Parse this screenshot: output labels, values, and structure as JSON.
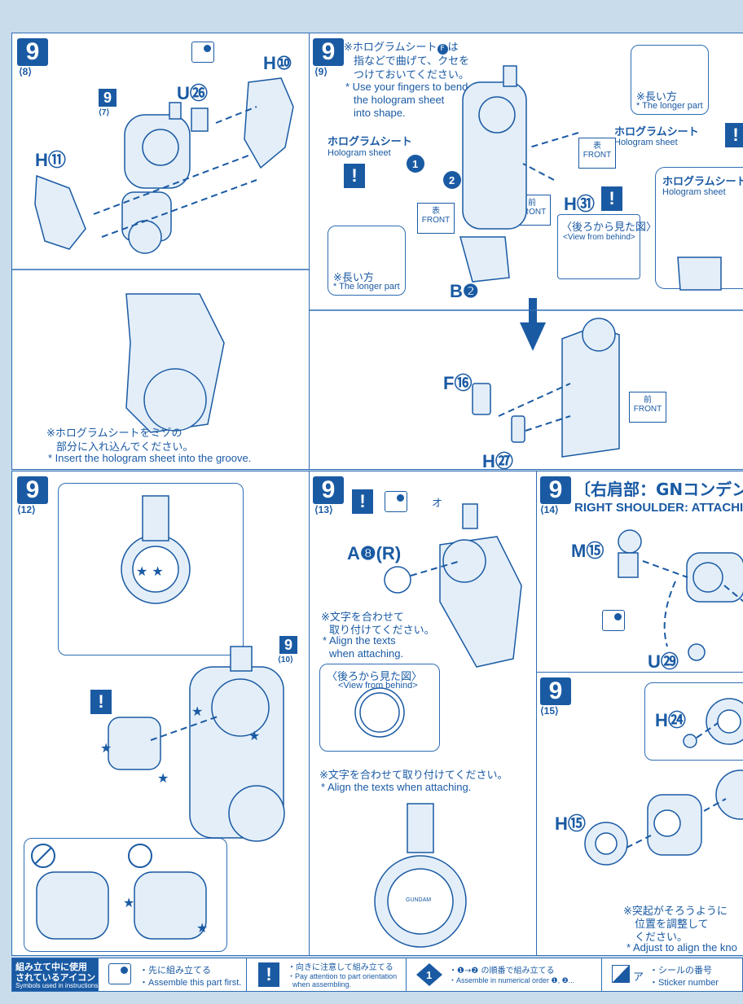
{
  "steps": {
    "p8": {
      "num": "9",
      "sub": "⟨8⟩",
      "inner_num": "9",
      "inner_sub": "⟨7⟩",
      "u": "U㉖",
      "h10": "H⑩",
      "h11": "H⑪",
      "note_jp1": "※ホログラムシートをミゾの",
      "note_jp2": "部分に入れ込んでください。",
      "note_en": "* Insert the hologram sheet into the groove."
    },
    "p9": {
      "num": "9",
      "sub": "⟨9⟩",
      "note_jp1": "※ホログラムシート",
      "note_jp1b": "は",
      "note_jp2": "指などで曲げて、クセを",
      "note_jp3": "つけておいてください。",
      "note_en1": "* Use your fingers to bend",
      "note_en2": "the hologram sheet",
      "note_en3": "into shape.",
      "holo_jp": "ホログラムシート",
      "holo_en": "Hologram sheet",
      "longer_jp": "※長い方",
      "longer_en": "* The longer part",
      "front_jp": "表",
      "front_en": "FRONT",
      "mae": "前",
      "h31": "H㉛",
      "b2": "B❷",
      "behind_jp": "〈後ろから見た図〉",
      "behind_en": "<View from behind>",
      "f16": "F⑯",
      "h27": "H㉗",
      "sheet_letter": "F",
      "n1": "1",
      "n2": "2"
    },
    "p12": {
      "num": "9",
      "sub": "⟨12⟩",
      "inner_num": "9",
      "inner_sub": "⟨10⟩"
    },
    "p13": {
      "num": "9",
      "sub": "⟨13⟩",
      "a8": "A❽(R)",
      "sticker": "オ",
      "note_jp1": "※文字を合わせて",
      "note_jp2": "取り付けてください。",
      "note_en1": "* Align the texts",
      "note_en2": "when attaching.",
      "behind_jp": "〈後ろから見た図〉",
      "behind_en": "<View from behind>",
      "note2_jp": "※文字を合わせて取り付けてください。",
      "note2_en": "* Align the texts when attaching.",
      "logo": "GUNDAM"
    },
    "p14": {
      "num": "9",
      "sub": "⟨14⟩",
      "title_jp": "〔右肩部：GNコンデン",
      "title_en": "RIGHT SHOULDER: ATTACHING",
      "m15": "M⑮",
      "u29": "U㉙"
    },
    "p15": {
      "num": "9",
      "sub": "⟨15⟩",
      "h24": "H㉔",
      "h15": "H⑮",
      "note_jp1": "※突起がそろうように",
      "note_jp2": "位置を調整して",
      "note_jp3": "ください。",
      "note_en": "* Adjust to align the kno"
    }
  },
  "footer": {
    "title_jp1": "組み立て中に使用",
    "title_jp2": "されているアイコン",
    "title_en": "Symbols used in instructions",
    "c1_jp": "・先に組み立てる",
    "c1_en": "・Assemble this part first.",
    "c2_jp": "・向きに注意して組み立てる",
    "c2_en1": "・Pay attention to part orientation",
    "c2_en2": "when assembling.",
    "c3_jp": "・❶→❷ の順番で組み立てる",
    "c3_en": "・Assemble in numerical order ❶, ❷...",
    "c4_jp": "・シールの番号",
    "c4_en": "・Sticker number",
    "c4_letter": "ア",
    "num1": "1"
  },
  "colors": {
    "accent": "#1a5aa3",
    "background": "#c9dcec",
    "line": "#2f6db3"
  }
}
